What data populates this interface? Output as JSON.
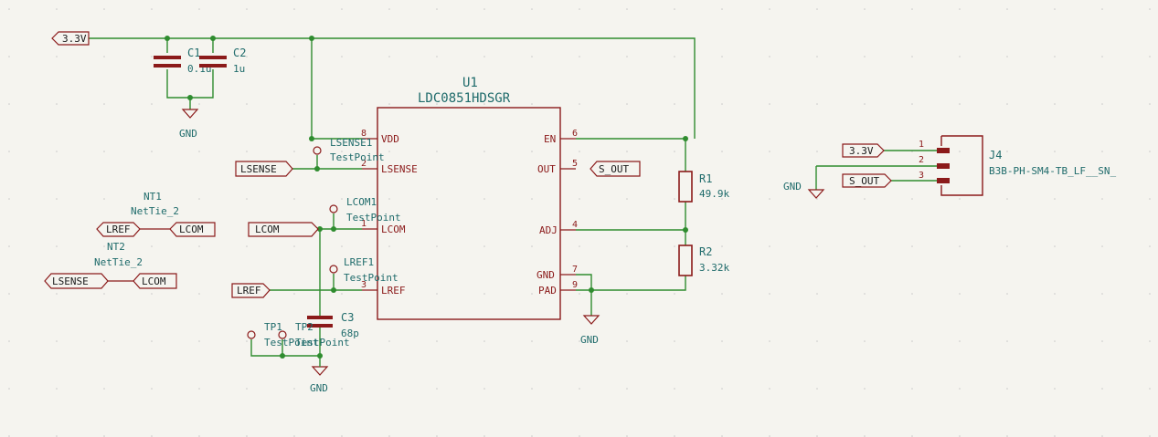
{
  "nets": {
    "v33": "3.3V",
    "gnd": "GND",
    "lsense": "LSENSE",
    "lcom": "LCOM",
    "lref": "LREF",
    "sout": "S_OUT"
  },
  "u1": {
    "ref": "U1",
    "value": "LDC0851HDSGR",
    "pins": [
      {
        "num": "8",
        "name": "VDD"
      },
      {
        "num": "2",
        "name": "LSENSE"
      },
      {
        "num": "1",
        "name": "LCOM"
      },
      {
        "num": "3",
        "name": "LREF"
      },
      {
        "num": "6",
        "name": "EN"
      },
      {
        "num": "5",
        "name": "OUT"
      },
      {
        "num": "4",
        "name": "ADJ"
      },
      {
        "num": "7",
        "name": "GND"
      },
      {
        "num": "9",
        "name": "PAD"
      }
    ]
  },
  "c1": {
    "ref": "C1",
    "value": "0.1u"
  },
  "c2": {
    "ref": "C2",
    "value": "1u"
  },
  "c3": {
    "ref": "C3",
    "value": "68p"
  },
  "r1": {
    "ref": "R1",
    "value": "49.9k"
  },
  "r2": {
    "ref": "R2",
    "value": "3.32k"
  },
  "tps": [
    {
      "ref": "LSENSE1",
      "value": "TestPoint"
    },
    {
      "ref": "LCOM1",
      "value": "TestPoint"
    },
    {
      "ref": "LREF1",
      "value": "TestPoint"
    },
    {
      "ref": "TP1",
      "value": "TestPoint"
    },
    {
      "ref": "TP2",
      "value": "TestPoint"
    }
  ],
  "nt1": {
    "ref": "NT1",
    "value": "NetTie_2"
  },
  "nt2": {
    "ref": "NT2",
    "value": "NetTie_2"
  },
  "j4": {
    "ref": "J4",
    "value": "B3B-PH-SM4-TB_LF__SN_",
    "pins": [
      "1",
      "2",
      "3"
    ]
  }
}
